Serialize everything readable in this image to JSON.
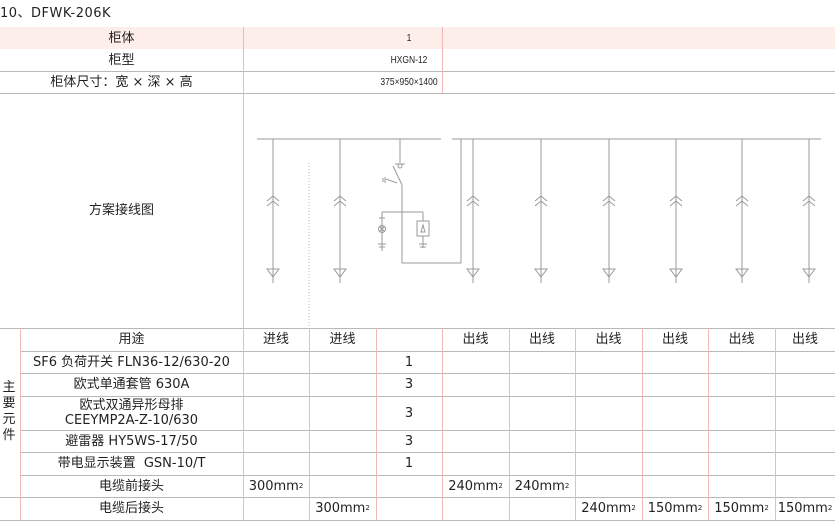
{
  "title": "10、DFWK-206K",
  "header_rows": [
    {
      "label": "柜体",
      "value": "1"
    },
    {
      "label": "柜型",
      "value": "HXGN-12"
    },
    {
      "label": "柜体尺寸：宽 × 深 × 高",
      "value": "375×950×1400"
    }
  ],
  "diagram": {
    "label": "方案接线图",
    "icons": [
      "busbar",
      "cable-connector-icon",
      "cable-termination-icon",
      "load-switch-icon",
      "earthing-switch-icon",
      "indicator-lamp-icon",
      "surge-arrester-icon"
    ]
  },
  "components": {
    "group_label": "主要元件",
    "usage_label": "用途",
    "columns": [
      "进线",
      "进线",
      "",
      "出线",
      "出线",
      "出线",
      "出线",
      "出线",
      "出线"
    ],
    "rows": [
      {
        "name": "SF6 负荷开关 FLN36-12/630-20",
        "values": [
          "",
          "",
          "1",
          "",
          "",
          "",
          "",
          "",
          ""
        ]
      },
      {
        "name": "欧式单通套管 630A",
        "values": [
          "",
          "",
          "3",
          "",
          "",
          "",
          "",
          "",
          ""
        ]
      },
      {
        "name": "欧式双通异形母排\nCEEYMP2A-Z-10/630",
        "name_line1": "欧式双通异形母排",
        "name_line2": "CEEYMP2A-Z-10/630",
        "values": [
          "",
          "",
          "3",
          "",
          "",
          "",
          "",
          "",
          ""
        ]
      },
      {
        "name": "避雷器 HY5WS-17/50",
        "values": [
          "",
          "",
          "3",
          "",
          "",
          "",
          "",
          "",
          ""
        ]
      },
      {
        "name": "带电显示装置  GSN-10/T",
        "values": [
          "",
          "",
          "1",
          "",
          "",
          "",
          "",
          "",
          ""
        ]
      }
    ],
    "cable_front": {
      "name": "电缆前接头",
      "values": [
        "300mm",
        "",
        "",
        "240mm",
        "240mm",
        "",
        "",
        "",
        ""
      ]
    },
    "cable_rear": {
      "name": "电缆后接头",
      "values": [
        "",
        "300mm",
        "",
        "",
        "",
        "240mm",
        "150mm",
        "150mm",
        "150mm"
      ]
    },
    "unit_sup": "2"
  },
  "colors": {
    "header_bg": "#fdeee9",
    "v_border": "#f2b8b8",
    "h_border": "#b8b8b8",
    "diagram_line": "#9a9a9a"
  }
}
